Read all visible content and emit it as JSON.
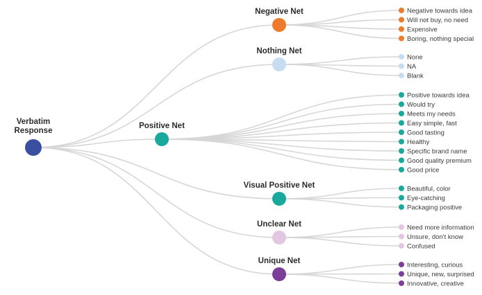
{
  "tree": {
    "root": {
      "label_line1": "Verbatim",
      "label_line2": "Response",
      "color": "#3a4fa0"
    },
    "nets": [
      {
        "key": "negative",
        "label": "Negative Net",
        "color": "#ee7a2b",
        "leaves": [
          "Negative towards idea",
          "Will not buy, no need",
          "Expensive",
          "Boring, nothing special"
        ]
      },
      {
        "key": "nothing",
        "label": "Nothing Net",
        "color": "#c6dcf1",
        "leaves": [
          "None",
          "NA",
          "Blank"
        ]
      },
      {
        "key": "positive",
        "label": "Positive Net",
        "color": "#18a99c",
        "leaves": [
          "Positive towards idea",
          "Would try",
          "Meets my needs",
          "Easy simple, fast",
          "Good tasting",
          "Healthy",
          "Specific brand name",
          "Good quality premium",
          "Good price"
        ]
      },
      {
        "key": "visual-positive",
        "label": "Visual Positive Net",
        "color": "#18a99c",
        "leaves": [
          "Beautiful, color",
          "Eye-catching",
          "Packaging positive"
        ]
      },
      {
        "key": "unclear",
        "label": "Unclear Net",
        "color": "#e3c6e0",
        "leaves": [
          "Need more information",
          "Unsure, don't know",
          "Confused"
        ]
      },
      {
        "key": "unique",
        "label": "Unique Net",
        "color": "#7b3f99",
        "leaves": [
          "Interesting, curious",
          "Unique, new, surprised",
          "Innovative, creative"
        ]
      }
    ],
    "link_color": "#d6d6d6"
  }
}
